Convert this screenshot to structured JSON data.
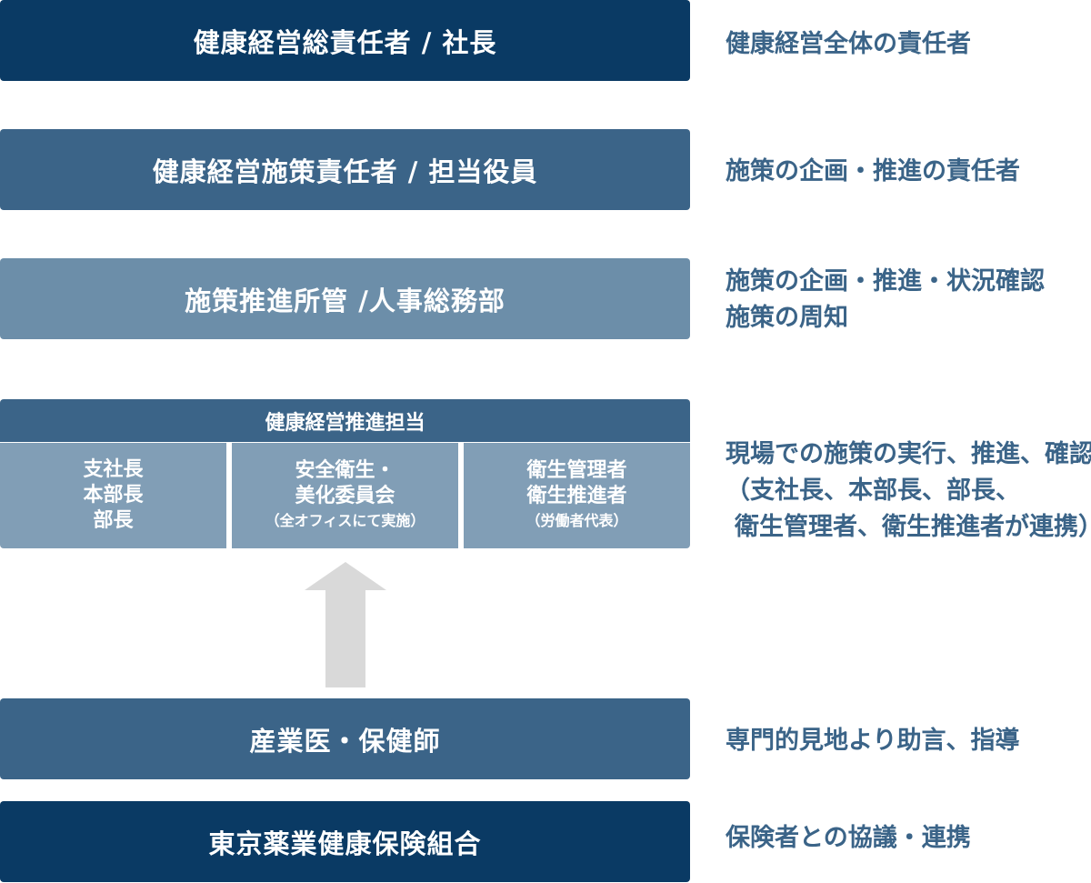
{
  "levels": {
    "ceo": {
      "label": "健康経営総責任者 / 社長",
      "desc": [
        "健康経営全体の責任者"
      ]
    },
    "officer": {
      "label": "健康経営施策責任者 / 担当役員",
      "desc": [
        "施策の企画・推進の責任者"
      ]
    },
    "dept": {
      "label": "施策推進所管 /人事総務部",
      "desc": [
        "施策の企画・推進・状況確認",
        "施策の周知"
      ]
    },
    "promotion": {
      "header": "健康経営推進担当",
      "cells": [
        {
          "lines": [
            "支社長",
            "本部長",
            "部長"
          ],
          "sub": ""
        },
        {
          "lines": [
            "安全衛生・",
            "美化委員会"
          ],
          "sub": "（全オフィスにて実施）"
        },
        {
          "lines": [
            "衛生管理者",
            "衛生推進者"
          ],
          "sub": "（労働者代表）"
        }
      ],
      "desc": [
        "現場での施策の実行、推進、確認",
        "（支社長、本部長、部長、",
        "衛生管理者、衛生推進者が連携）"
      ]
    },
    "medical": {
      "label": "産業医・保健師",
      "desc": [
        "専門的見地より助言、指導"
      ]
    },
    "insurance": {
      "label": "東京薬業健康保険組合",
      "desc": [
        "保険者との協議・連携"
      ]
    }
  },
  "colors": {
    "dark_navy": "#0a3a64",
    "mid_blue": "#3b6488",
    "light_blue": "#6c8ea9",
    "cell_blue": "#819eb6",
    "arrow_gray": "#d9d9d9",
    "desc_text": "#3b6488"
  }
}
